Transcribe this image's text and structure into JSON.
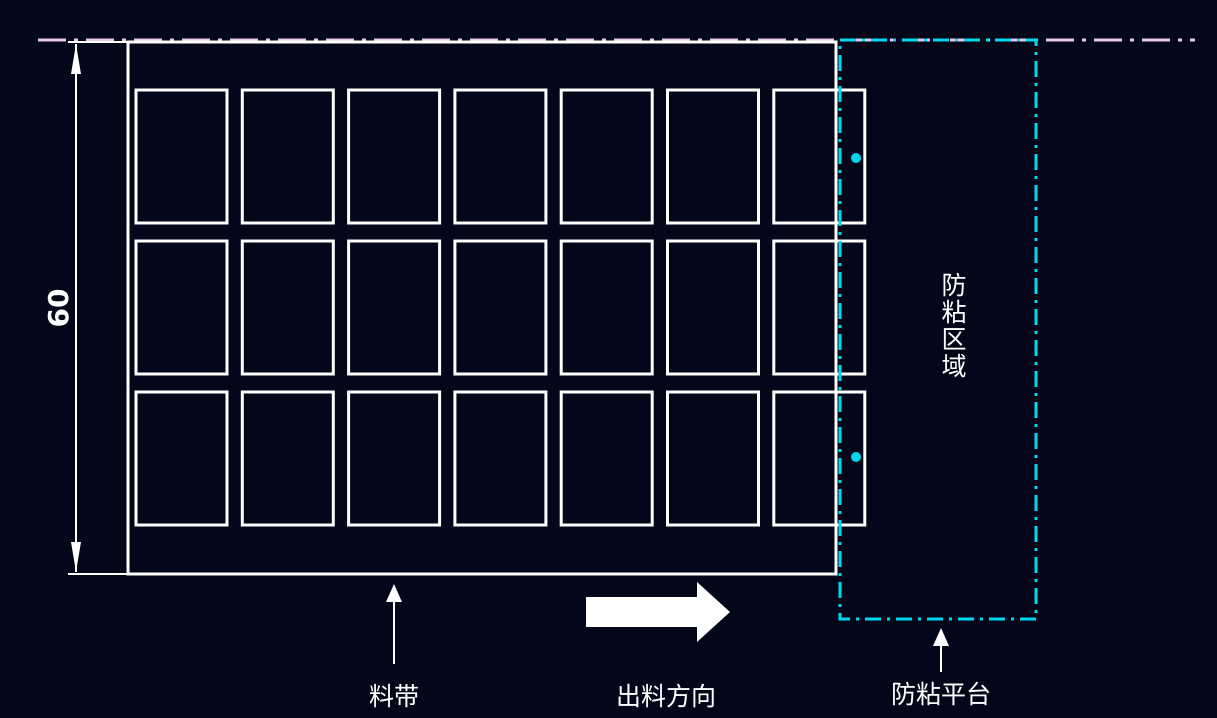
{
  "dimension": {
    "value": "60"
  },
  "zone": {
    "label": "防粘区域",
    "chars": [
      "防",
      "粘",
      "区",
      "域"
    ]
  },
  "labels": {
    "strip": "料带",
    "direction": "出料方向",
    "platform": "防粘平台"
  },
  "grid": {
    "rows": 3,
    "cols": 7
  },
  "colors": {
    "background": "#040619",
    "lines": "#ffffff",
    "zone_border": "#00d8f0",
    "top_dashdot": "#e5c8e8"
  }
}
